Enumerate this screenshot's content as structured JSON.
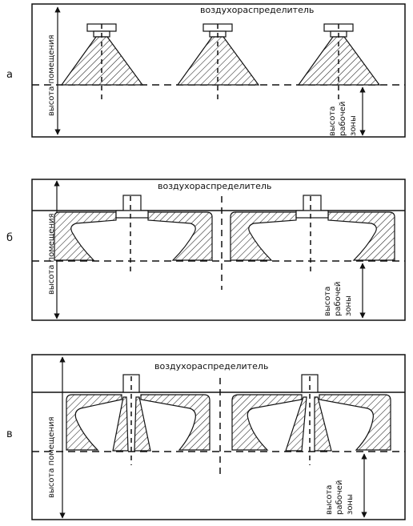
{
  "panels": [
    {
      "letter": "а",
      "diffuser_label": "воздухораспределитель",
      "room_height_label": "высота помещения",
      "work_zone_label": [
        "высота",
        "рабочей",
        "зоны"
      ]
    },
    {
      "letter": "б",
      "diffuser_label": "воздухораспределитель",
      "room_height_label": "высота помещения",
      "work_zone_label": [
        "высота",
        "рабочей",
        "зоны"
      ]
    },
    {
      "letter": "в",
      "diffuser_label": "воздухораспределитель",
      "room_height_label": "высота помещения",
      "work_zone_label": [
        "высота",
        "рабочей",
        "зоны"
      ]
    }
  ]
}
